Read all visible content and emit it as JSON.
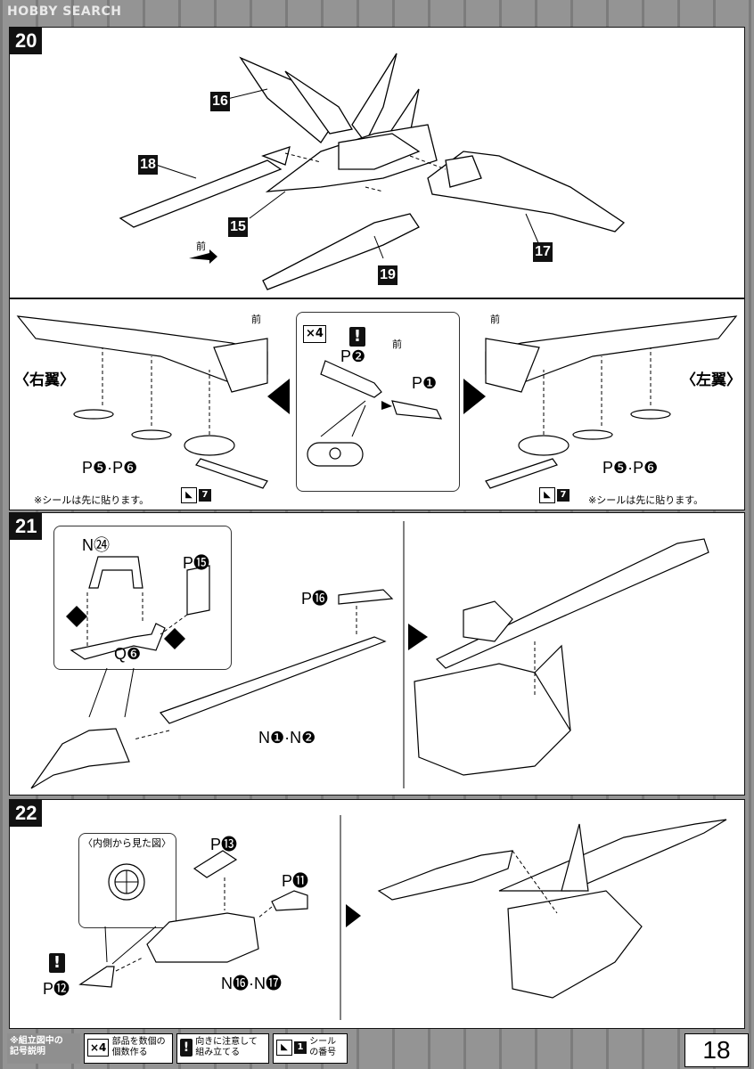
{
  "header": {
    "watermark": "HOBBY SEARCH"
  },
  "common": {
    "front": "前"
  },
  "steps": [
    {
      "number": "20",
      "parts": [
        "16",
        "18",
        "15",
        "17",
        "19"
      ]
    },
    {
      "number": "21",
      "parts": [
        "N㉔",
        "P⓯",
        "Q❻",
        "P⓰",
        "N❶·N❷"
      ]
    },
    {
      "number": "22",
      "inside_view": "〈内側から見た図〉",
      "parts": [
        "P⓭",
        "P⓫",
        "N⓰·N⓱",
        "P⓬"
      ]
    }
  ],
  "missile_box": {
    "quantity": "×4",
    "parts": [
      "P❷",
      "P❶"
    ]
  },
  "wings": {
    "right_title": "〈右翼〉",
    "left_title": "〈左翼〉",
    "parts_label": "P❺·P❻",
    "sticker_note": "※シールは先に貼ります。",
    "sticker_num": "7"
  },
  "legend": {
    "title": "※組立図中の\n記号説明",
    "items": [
      "部品を数個の\n個数作る",
      "向きに注意して\n組み立てる",
      "シール\nの番号"
    ]
  },
  "footer": {
    "page": "18"
  }
}
